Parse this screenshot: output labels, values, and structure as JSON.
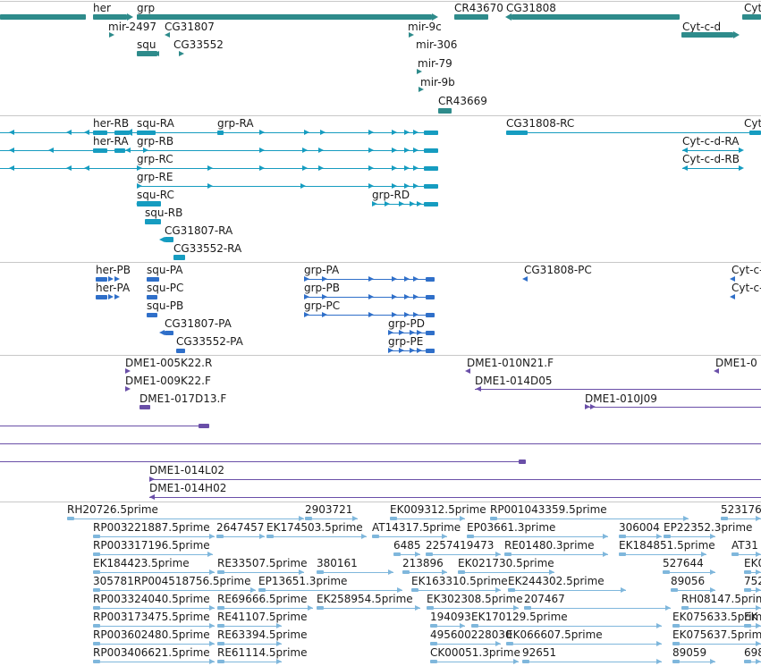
{
  "colors": {
    "gene": "#2e8b8b",
    "transcript": "#169cc0",
    "cds": "#2f6fc9",
    "bac": "#6a4fa8",
    "est": "#7fb7dc"
  },
  "gene_track": {
    "labels": [
      "her",
      "grp",
      "CR43670",
      "CG31808",
      "Cyt-",
      "mir-2497",
      "CG31807",
      "mir-9c",
      "Cyt-c-d",
      "squ",
      "CG33552",
      "mir-306",
      "mir-79",
      "mir-9b",
      "CR43669"
    ]
  },
  "transcript_track": {
    "labels": [
      "her-RB",
      "squ-RA",
      "grp-RA",
      "CG31808-RC",
      "Cyt-",
      "her-RA",
      "grp-RB",
      "Cyt-c-d-RA",
      "grp-RC",
      "Cyt-c-d-RB",
      "grp-RE",
      "squ-RC",
      "grp-RD",
      "squ-RB",
      "CG31807-RA",
      "CG33552-RA"
    ]
  },
  "cds_track": {
    "labels": [
      "her-PB",
      "squ-PA",
      "grp-PA",
      "CG31808-PC",
      "Cyt-c-",
      "her-PA",
      "squ-PC",
      "grp-PB",
      "Cyt-c-",
      "squ-PB",
      "grp-PC",
      "CG31807-PA",
      "grp-PD",
      "CG33552-PA",
      "grp-PE"
    ]
  },
  "bac_track": {
    "labels": [
      "DME1-005K22.R",
      "DME1-010N21.F",
      "DME1-0",
      "DME1-009K22.F",
      "DME1-014D05",
      "DME1-017D13.F",
      "DME1-010J09",
      "DME1-014L02",
      "DME1-014H02"
    ]
  },
  "est_track": {
    "labels": [
      "RH20726.5prime",
      "2903721",
      "EK009312.5prime",
      "RP001043359.5prime",
      "523176",
      "RP003221887.5prime",
      "2647457",
      "EK174503.5prime",
      "AT14317.5prime",
      "EP03661.3prime",
      "306004",
      "EP22352.3prime",
      "RP003317196.5prime",
      "6485",
      "2257419473",
      "RE01480.3prime",
      "EK184851.5prime",
      "AT31",
      "EK184423.5prime",
      "RE33507.5prime",
      "380161",
      "213896",
      "EK021730.5prime",
      "527644",
      "EK0",
      "305781RP004518756.5prime",
      "EP13651.3prime",
      "EK163310.5prime",
      "EK244302.5prime",
      "89056",
      "752",
      "RP003324040.5prime",
      "RE69666.5prime",
      "EK258954.5prime",
      "EK302308.5prime",
      "207467",
      "RH08147.5prime",
      "RP003173475.5prime",
      "RE41107.5prime",
      "194093",
      "EK170129.5prime",
      "EK075633.5prime",
      "EK",
      "RP003602480.5prime",
      "RE63394.5prime",
      "495600228030",
      "EK066607.5prime",
      "EK075637.5prime",
      "RP003406621.5prime",
      "RE61114.5prime",
      "CK00051.3prime",
      "92651",
      "89059",
      "698"
    ]
  }
}
